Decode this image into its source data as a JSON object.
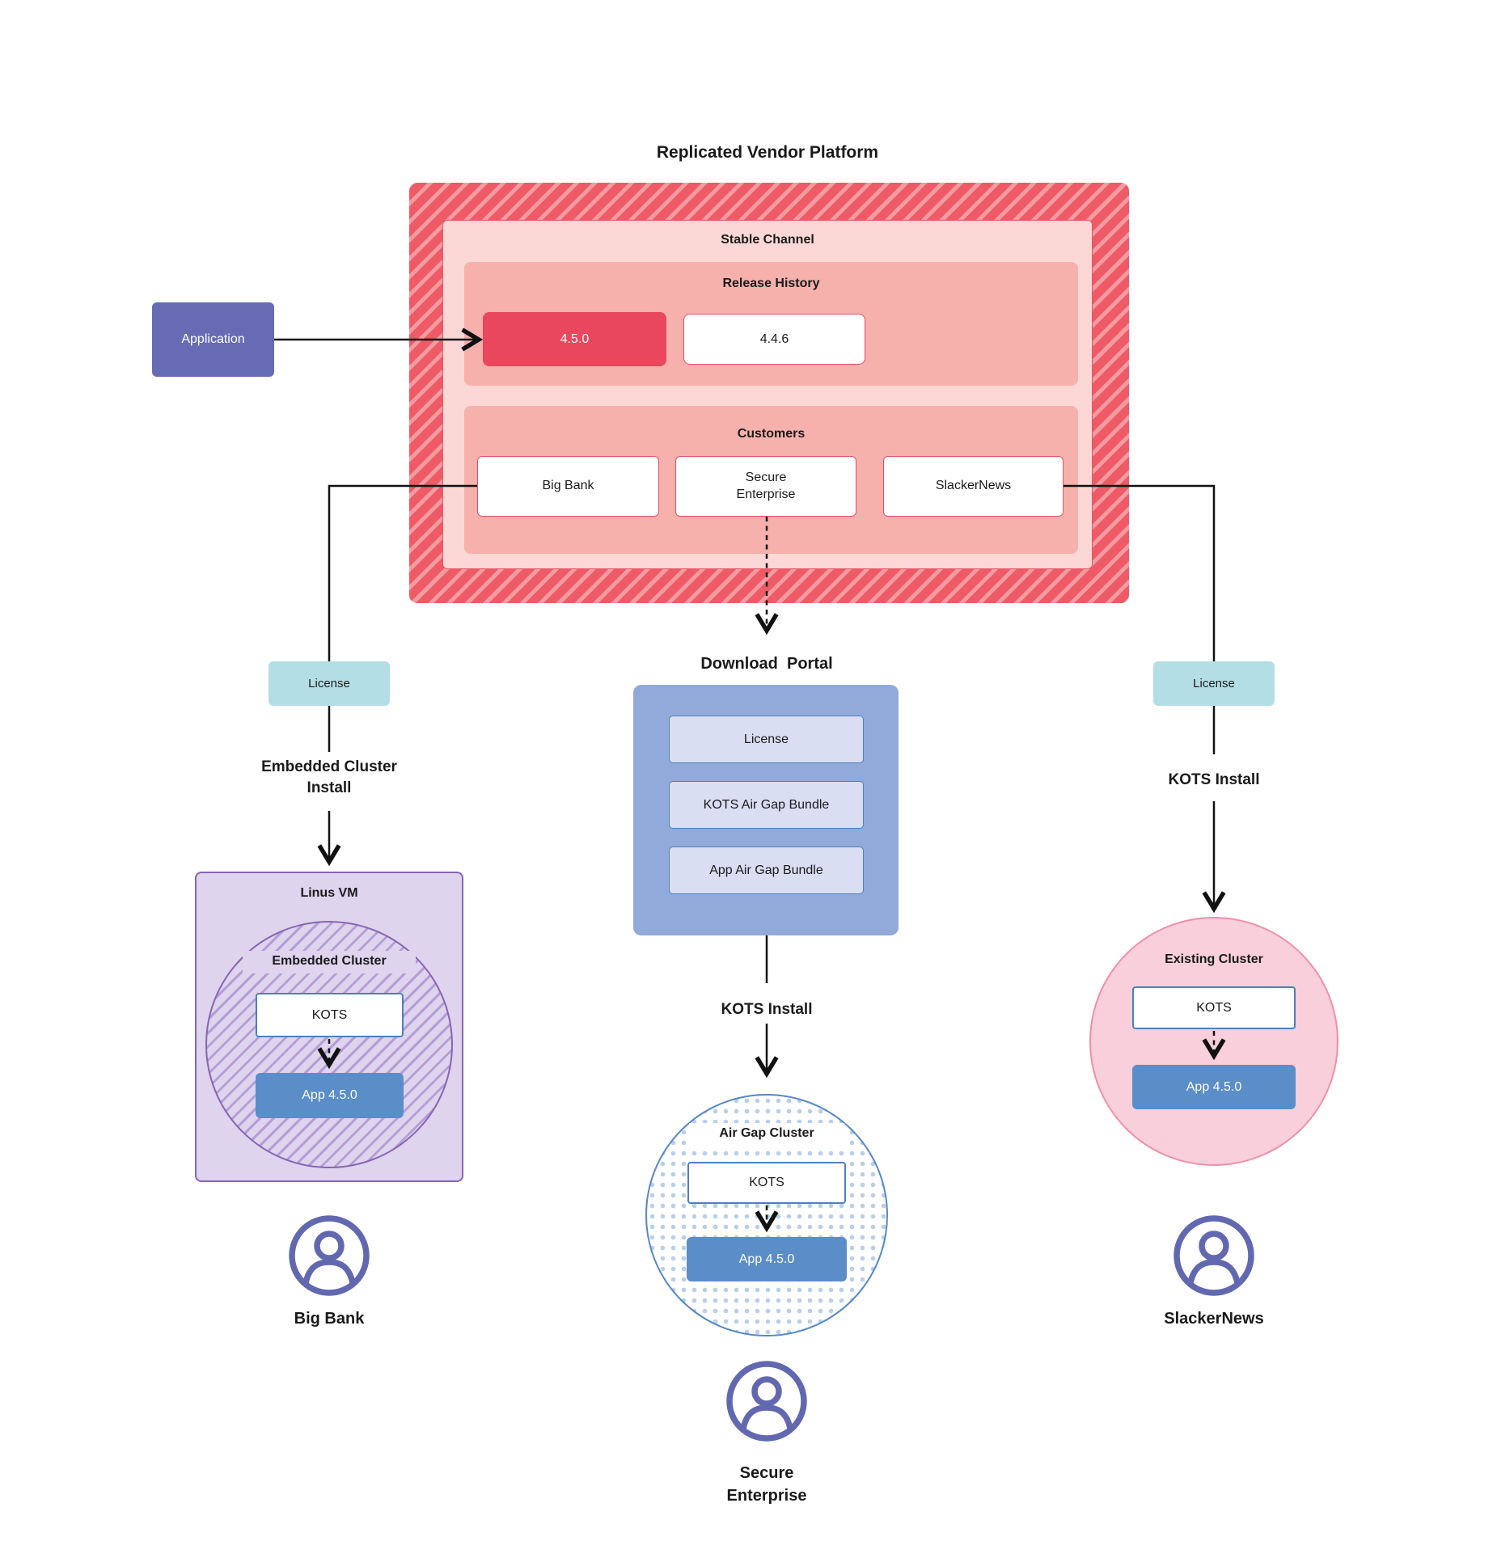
{
  "diagram": {
    "title": "Replicated Vendor Platform",
    "platform": {
      "stable_channel_label": "Stable Channel",
      "release_history_label": "Release History",
      "releases": [
        {
          "version": "4.5.0",
          "highlighted": true
        },
        {
          "version": "4.4.6",
          "highlighted": false
        }
      ],
      "customers_label": "Customers",
      "customers": [
        {
          "name": "Big Bank"
        },
        {
          "name": "Secure\nEnterprise"
        },
        {
          "name": "SlackerNews"
        }
      ]
    },
    "application_label": "Application",
    "portal": {
      "title": "Download  Portal",
      "items": [
        {
          "label": "License"
        },
        {
          "label": "KOTS Air Gap Bundle"
        },
        {
          "label": "App Air Gap Bundle"
        }
      ]
    },
    "left": {
      "license_label": "License",
      "install_label": "Embedded Cluster\nInstall",
      "vm_label": "Linus VM",
      "cluster_label": "Embedded Cluster",
      "kots_label": "KOTS",
      "app_label": "App 4.5.0",
      "person_label": "Big Bank"
    },
    "center": {
      "install_label": "KOTS Install",
      "cluster_label": "Air Gap Cluster",
      "kots_label": "KOTS",
      "app_label": "App 4.5.0",
      "person_label": "Secure\nEnterprise"
    },
    "right": {
      "license_label": "License",
      "install_label": "KOTS Install",
      "cluster_label": "Existing Cluster",
      "kots_label": "KOTS",
      "app_label": "App 4.5.0",
      "person_label": "SlackerNews"
    },
    "colors": {
      "platform_red": "#ee5b66",
      "platform_stripe": "#f49ba1",
      "stable_pink": "#fbd8d6",
      "salmon": "#f6b1ac",
      "release_red": "#e8475e",
      "red_border": "#e4506a",
      "application_indigo": "#666bb3",
      "license_cyan": "#b3dee5",
      "portal_blue": "#92aad9",
      "portal_item": "#d9def2",
      "app_blue": "#5b8dc9",
      "kots_border": "#4b80c1",
      "vm_purple": "#ded4ed",
      "purple_border": "#8a63b5",
      "pink_circle": "#f8cfdb",
      "pink_border": "#ef8fa9",
      "person_indigo": "#6268b0"
    }
  }
}
